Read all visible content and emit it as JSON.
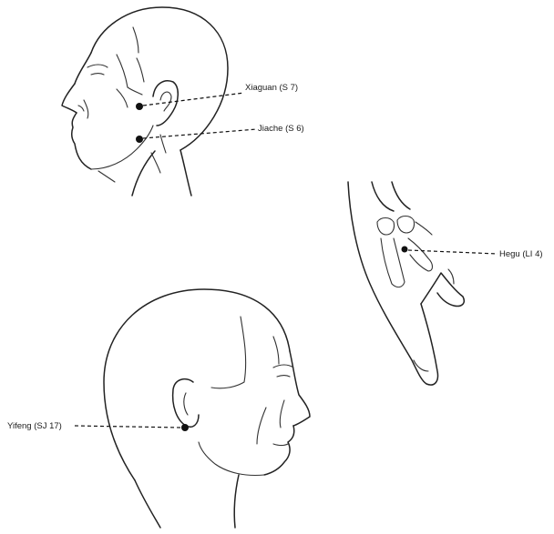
{
  "points": [
    {
      "id": "xiaguan",
      "label": "Xiaguan (S 7)"
    },
    {
      "id": "jiache",
      "label": "Jiache (S 6)"
    },
    {
      "id": "hegu",
      "label": "Hegu (LI 4)"
    },
    {
      "id": "yifeng",
      "label": "Yifeng (SJ 17)"
    }
  ]
}
